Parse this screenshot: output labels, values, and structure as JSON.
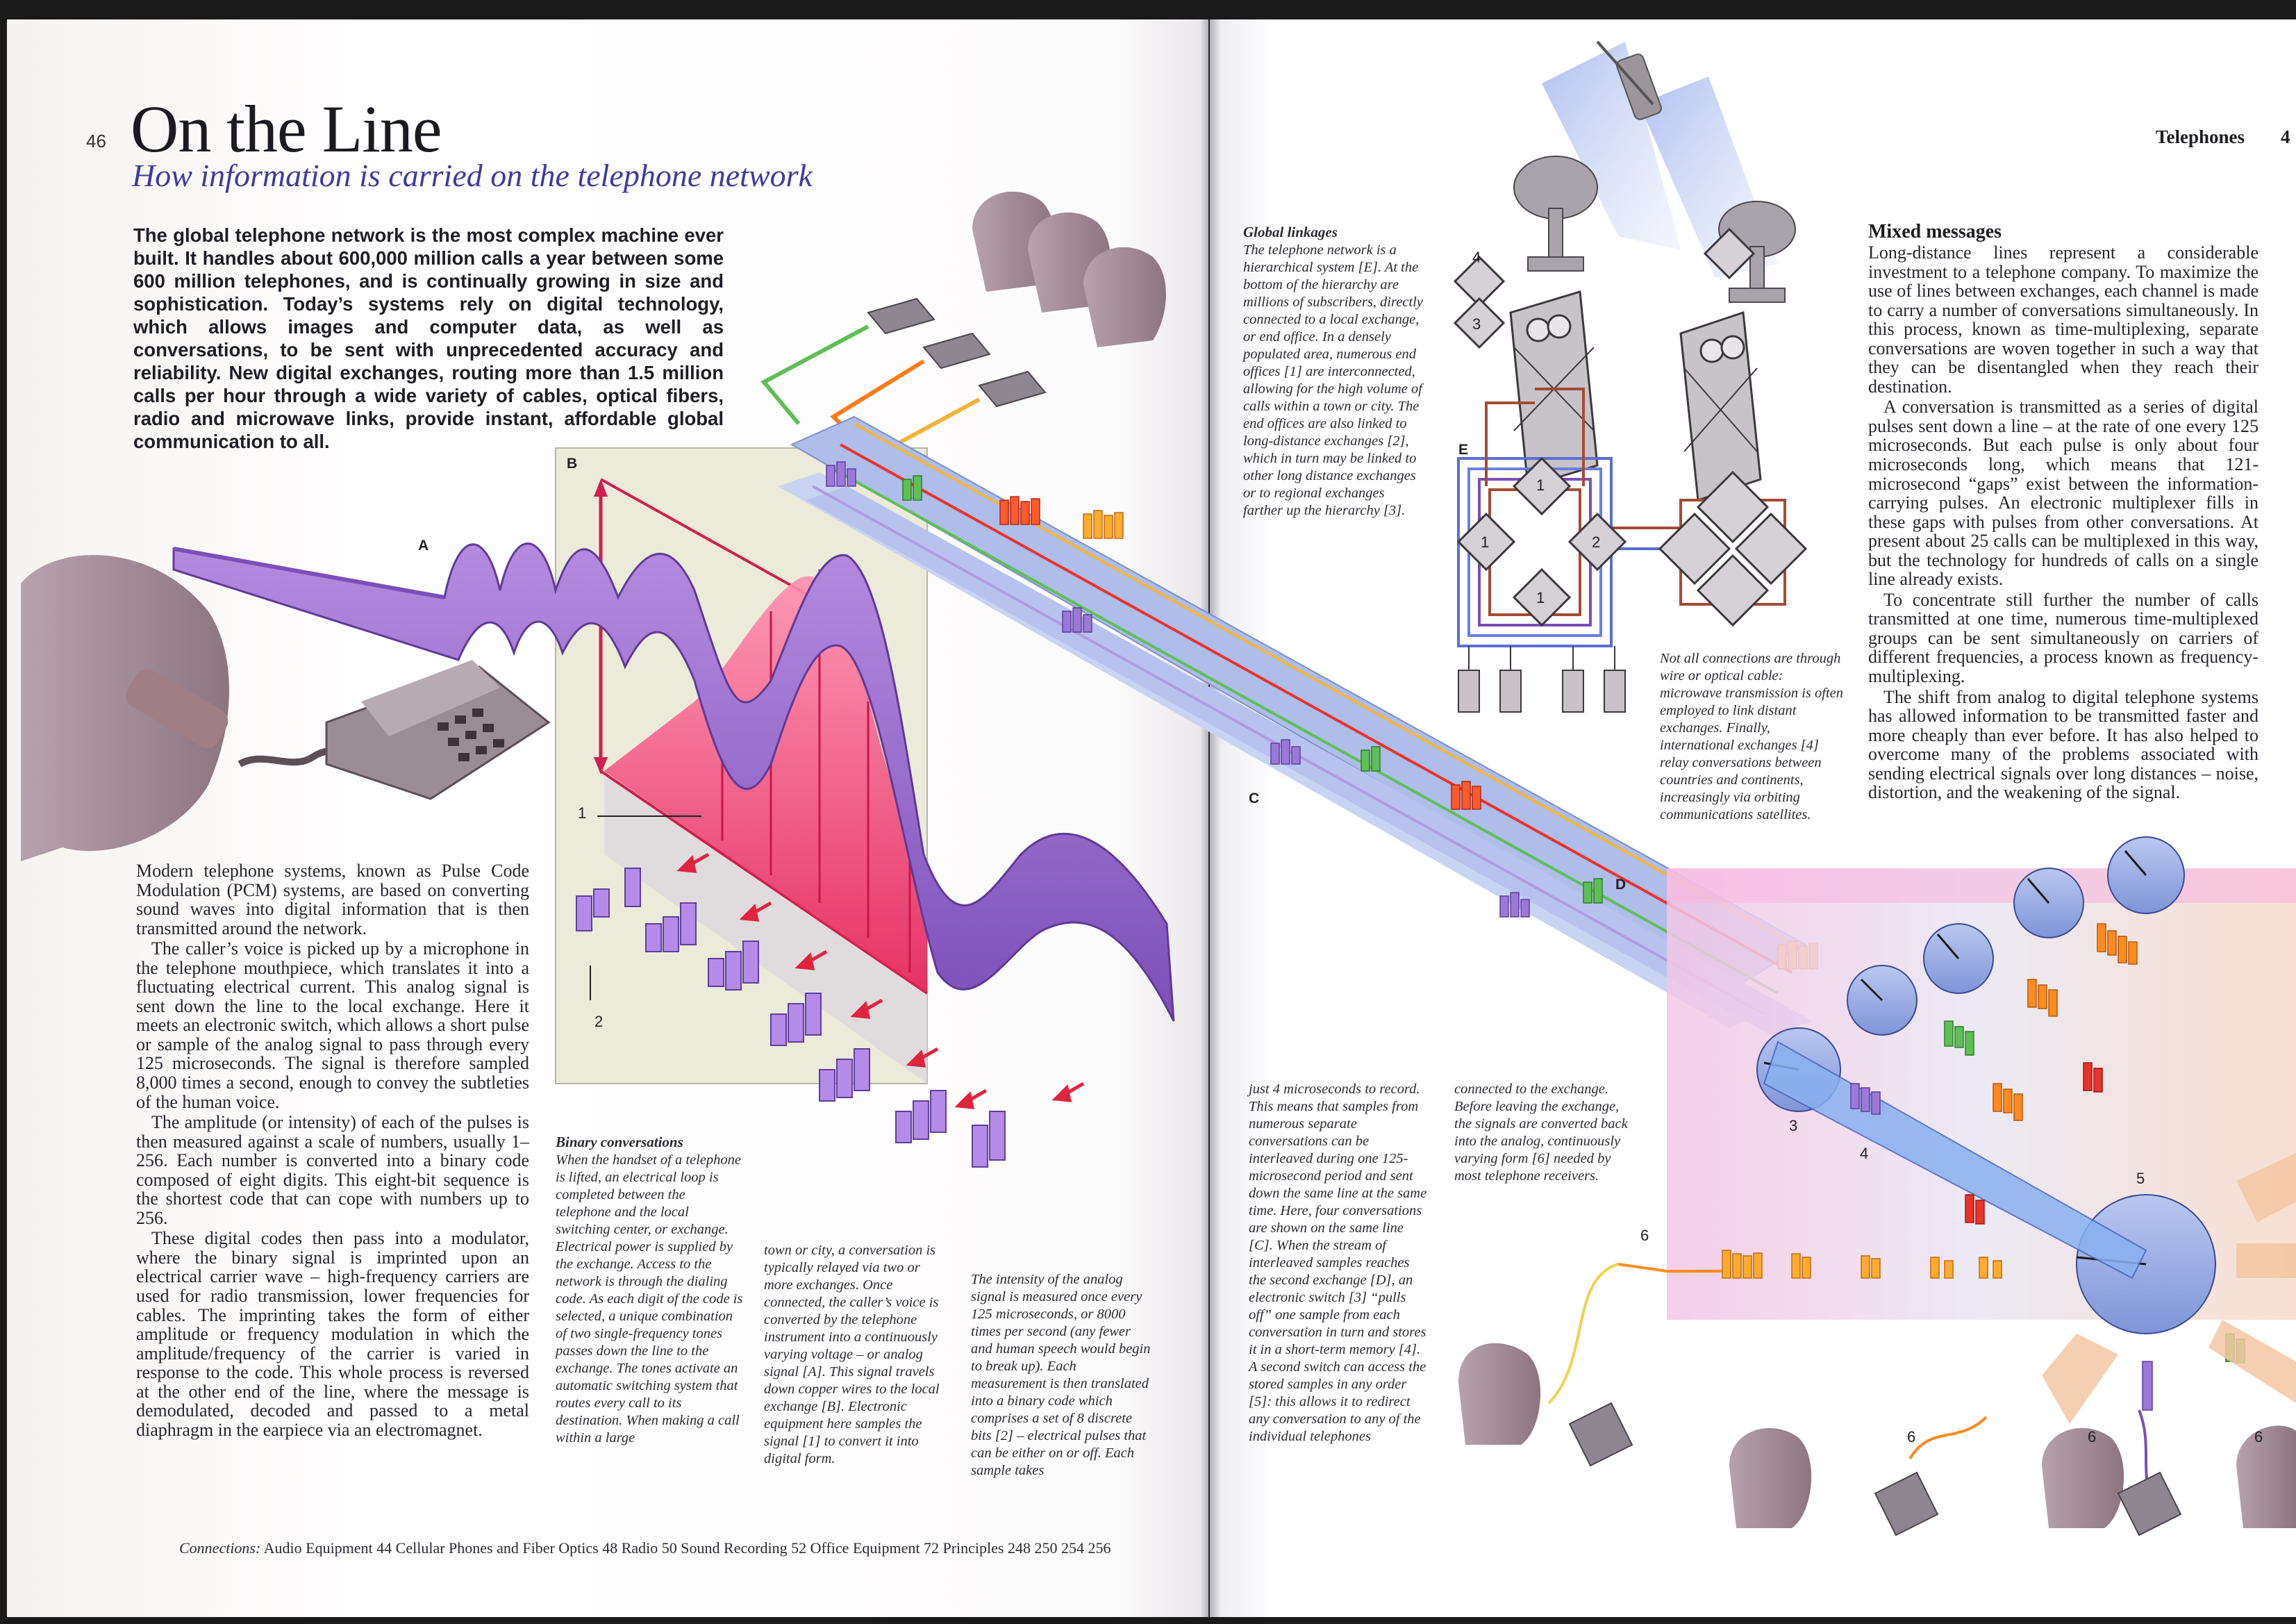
{
  "page_left": {
    "page_number": "46",
    "title": "On the Line",
    "subtitle": "How information is carried on the telephone network",
    "intro": "The global telephone network is the most complex machine ever built. It handles about 600,000 million calls a year between some 600 million telephones, and is continually growing in size and sophistication. Today’s systems rely on digital technology, which allows images and computer data, as well as conversations, to be sent with unprecedented accuracy and reliability. New digital exchanges, routing more than 1.5 million calls per hour through a wide variety of cables, optical fibers, radio and microwave links, provide instant, affordable global communication to all.",
    "body": [
      "Modern telephone systems, known as Pulse Code Modulation (PCM) systems, are based on converting sound waves into digital information that is then transmitted around the network.",
      "The caller’s voice is picked up by a microphone in the telephone mouthpiece, which translates it into a fluctuating electrical current. This analog signal is sent down the line to the local exchange. Here it meets an electronic switch, which allows a short pulse or sample of the analog signal to pass through every 125 microseconds. The signal is therefore sampled 8,000 times a second, enough to convey the subtleties of the human voice.",
      "The amplitude (or intensity) of each of the pulses is then measured against a scale of numbers, usually 1–256. Each number is converted into a binary code composed of eight digits. This eight-bit sequence is the shortest code that can cope with numbers up to 256.",
      "These digital codes then pass into a modulator, where the binary signal is imprinted upon an electrical carrier wave – high-frequency carriers are used for radio transmission, lower frequencies for cables. The imprinting takes the form of either amplitude or frequency modulation in which the amplitude/frequency of the carrier is varied in response to the code. This whole process is reversed at the other end of the line, where the message is demodulated, decoded and passed to a metal diaphragm in the earpiece via an electromagnet."
    ],
    "binary_caption": {
      "head": "Binary conversations",
      "col1": "When the handset of a telephone is lifted, an electrical loop is completed between the telephone and the local switching center, or exchange. Electrical power is supplied by the exchange. Access to the network is through the dialing code. As each digit of the code is selected, a unique combination of two single-frequency tones passes down the line to the exchange. The tones activate an automatic switching system that routes every call to its destination. When making a call within a large",
      "col2": "town or city, a conversation is typically relayed via two or more exchanges. Once connected, the caller’s voice is converted by the telephone instrument into a continuously varying voltage – or analog signal [A]. This signal travels down copper wires to the local exchange [B]. Electronic equipment here samples the signal [1] to convert it into digital form.",
      "col3": "The intensity of the analog signal is measured once every 125 microseconds, or 8000 times per second (any fewer and human speech would begin to break up). Each measurement is then translated into a binary code which comprises a set of 8 discrete bits [2] – electrical pulses that can be either on or off. Each sample takes"
    },
    "connections_label": "Connections:",
    "connections_text": "Audio Equipment 44  Cellular Phones and Fiber Optics 48  Radio 50  Sound Recording 52  Office Equipment 72  Principles 248  250  254  256",
    "figure_labels": {
      "a": "A",
      "b": "B",
      "c": "C",
      "one": "1",
      "two": "2"
    }
  },
  "page_right": {
    "running_head": "Telephones",
    "page_number": "4",
    "global_caption": {
      "head": "Global linkages",
      "text": "The telephone network is a hierarchical system [E]. At the bottom of the hierarchy are millions of subscribers, directly connected to a local exchange, or end office. In a densely populated area, numerous end offices [1] are interconnected, allowing for the high volume of calls within a town or city. The end offices are also linked to long-distance exchanges [2], which in turn may be linked to other long distance exchanges or to regional exchanges farther up the hierarchy [3]."
    },
    "microwave_caption": "Not all connections are through wire or optical cable: microwave transmission is often employed to link distant exchanges. Finally, international exchanges [4] relay conversations between countries and continents, increasingly via orbiting communications satellites.",
    "section_head": "Mixed messages",
    "mixed_body": [
      "Long-distance lines represent a considerable investment to a telephone company. To maximize the use of lines between exchanges, each channel is made to carry a number of conversations simultaneously. In this process, known as time-multiplexing, separate conversations are woven together in such a way that they can be disentangled when they reach their destination.",
      "A conversation is transmitted as a series of digital pulses sent down a line – at the rate of one every 125 microseconds. But each pulse is only about four microseconds long, which means that 121-microsecond “gaps” exist between the information-carrying pulses. An electronic multiplexer fills in these gaps with pulses from other conversations. At present about 25 calls can be multiplexed in this way, but the technology for hundreds of calls on a single line already exists.",
      "To concentrate still further the number of calls transmitted at one time, numerous time-multiplexed groups can be sent simultaneously on carriers of different frequencies, a process known as frequency-multiplexing.",
      "The shift from analog to digital telephone systems has allowed information to be transmitted faster and more cheaply than ever before. It has also helped to overcome many of the problems associated with sending electrical signals over long distances – noise, distortion, and the weakening of the signal."
    ],
    "lower_caption_1": "just 4 microseconds to record. This means that samples from numerous separate conversations can be interleaved during one 125-microsecond period and sent down the same line at the same time. Here, four conversations are shown on the same line [C]. When the stream of interleaved samples reaches the second exchange [D], an electronic switch [3] “pulls off” one sample from each conversation in turn and stores it in a short-term memory [4]. A second switch can access the stored samples in any order [5]: this allows it to redirect any conversation to any of the individual telephones",
    "lower_caption_2": "connected to the exchange. Before leaving the exchange, the signals are converted back into the analog, continuously varying form [6] needed by most telephone receivers.",
    "figure_labels": {
      "d": "D",
      "e": "E",
      "n1": "1",
      "n2": "2",
      "n3": "3",
      "n4": "4",
      "n5": "5",
      "n6": "6"
    }
  },
  "colors": {
    "title": "#1a1a20",
    "subtitle": "#3f3aa0",
    "wave_purple": "#9a6fd0",
    "exchange_pink": "#ff4f7a",
    "line_blue": "#9cb0e8",
    "diagram_gray": "#c8c3c8",
    "pulse_orange": "#ff8a1f",
    "pulse_green": "#5fbf55",
    "pulse_red": "#e8342b",
    "pulse_violet": "#9c79d8"
  }
}
